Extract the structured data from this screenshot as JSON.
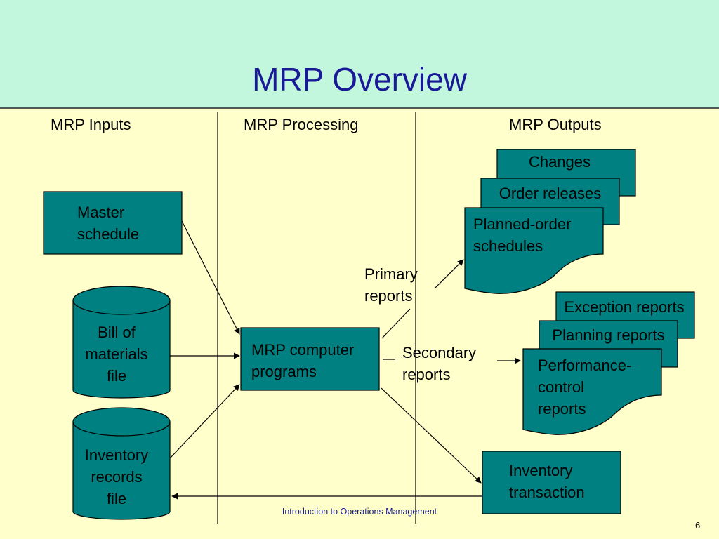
{
  "title": "MRP Overview",
  "columns": {
    "inputs": "MRP Inputs",
    "processing": "MRP Processing",
    "outputs": "MRP Outputs"
  },
  "nodes": {
    "master_schedule": [
      "Master",
      "schedule"
    ],
    "bill_of_materials": [
      "Bill of",
      "materials",
      "file"
    ],
    "inventory_records": [
      "Inventory",
      "records",
      "file"
    ],
    "mrp_programs": [
      "MRP computer",
      "programs"
    ],
    "inventory_transaction": [
      "Inventory",
      "transaction"
    ]
  },
  "report_groups": {
    "primary_label": [
      "Primary",
      "reports"
    ],
    "secondary_label": [
      "Secondary",
      "reports"
    ],
    "primary": {
      "changes": "Changes",
      "order_releases": "Order releases",
      "planned_order": [
        "Planned-order",
        "schedules"
      ]
    },
    "secondary": {
      "exception": "Exception reports",
      "planning": "Planning reports",
      "performance": [
        "Performance-",
        "control",
        "reports"
      ]
    }
  },
  "footer": "Introduction to Operations Management",
  "page_number": "6",
  "colors": {
    "background": "#ffffcc",
    "title_band": "#c2f7de",
    "title_text": "#1a1a99",
    "node_fill": "#008080"
  }
}
